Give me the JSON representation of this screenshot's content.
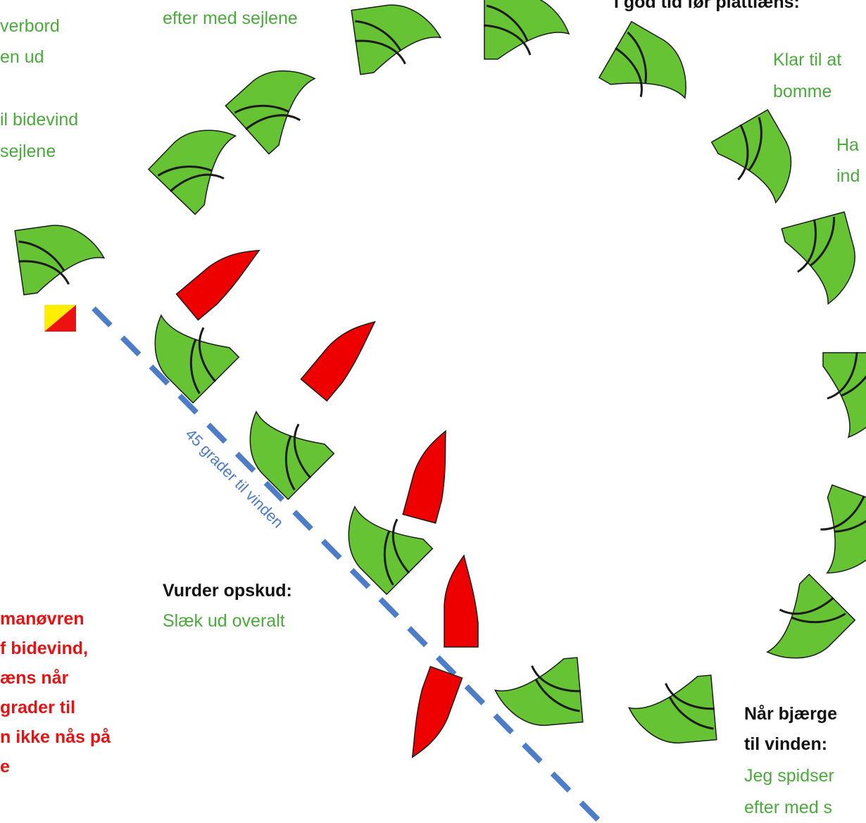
{
  "colors": {
    "sail_green": "#66c434",
    "hull_red": "#ee0000",
    "outline": "#1a1a1a",
    "wind_line": "#4d7cc8",
    "text_green": "#4aab3b",
    "text_red": "#e41414",
    "flag_yellow": "#ffee00",
    "flag_red": "#ee1111"
  },
  "icons": {
    "boat": "boat-icon",
    "flag": "oscar-flag-icon",
    "wind_line": "dashed-line-icon"
  },
  "wind_line_label": "45 grader til vinden",
  "labels": {
    "top_left_green_1": "verbord",
    "top_left_green_2": "en ud",
    "left_green_1": "il bidevind",
    "left_green_2": "sejlene",
    "top_center_green": "efter med sejlene",
    "top_right_bold": "I god tid før plattlæns:",
    "right_green_1a": "Klar til at",
    "right_green_1b": "bomme",
    "right_green_2a": "Ha",
    "right_green_2b": "ind",
    "center_bold": "Vurder opskud:",
    "center_green": "Slæk ud overalt",
    "left_red_1": "manøvren",
    "left_red_2": "f bidevind,",
    "left_red_3": "æns når",
    "left_red_4": "grader til",
    "left_red_5": "n ikke nås på",
    "left_red_6": "e",
    "bottom_right_bold_1": "Når bjærge",
    "bottom_right_bold_2": "til vinden:",
    "bottom_right_green_1": "Jeg spidser",
    "bottom_right_green_2": "efter med s"
  }
}
